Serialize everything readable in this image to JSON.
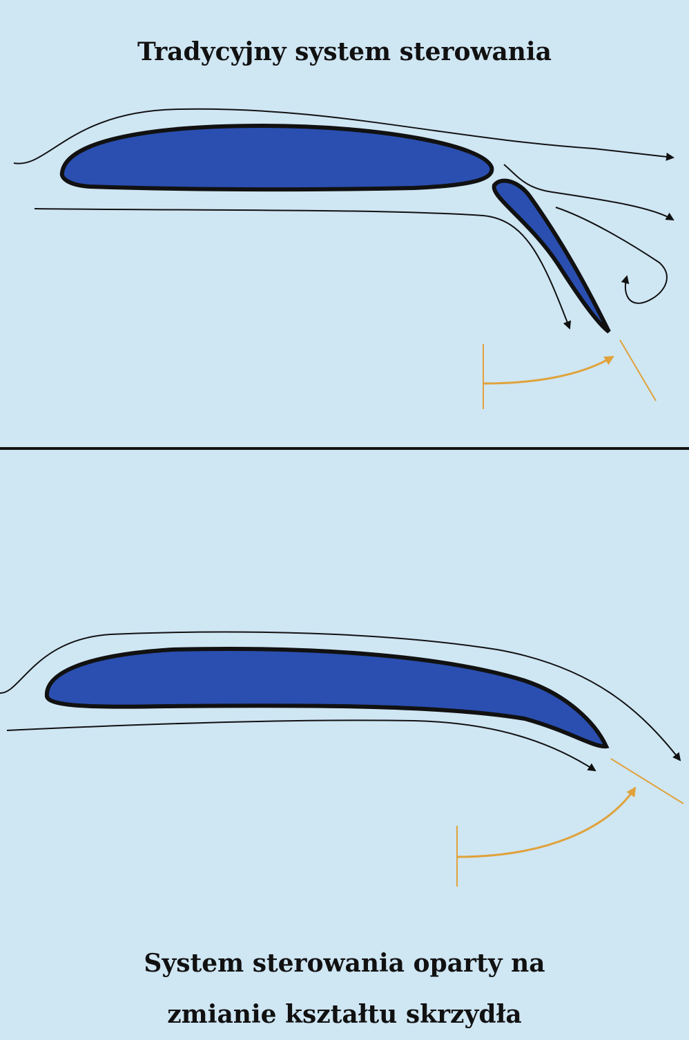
{
  "top": {
    "title": "Tradycyjny system sterowania"
  },
  "bottom": {
    "title_line1": "System sterowania oparty na",
    "title_line2": "zmianie kształtu skrzydła"
  },
  "colors": {
    "background": "#cfe6f3",
    "airfoil_fill": "#2a4fb0",
    "outline": "#111111",
    "control_mark": "#e0a23a",
    "divider": "#111111"
  }
}
